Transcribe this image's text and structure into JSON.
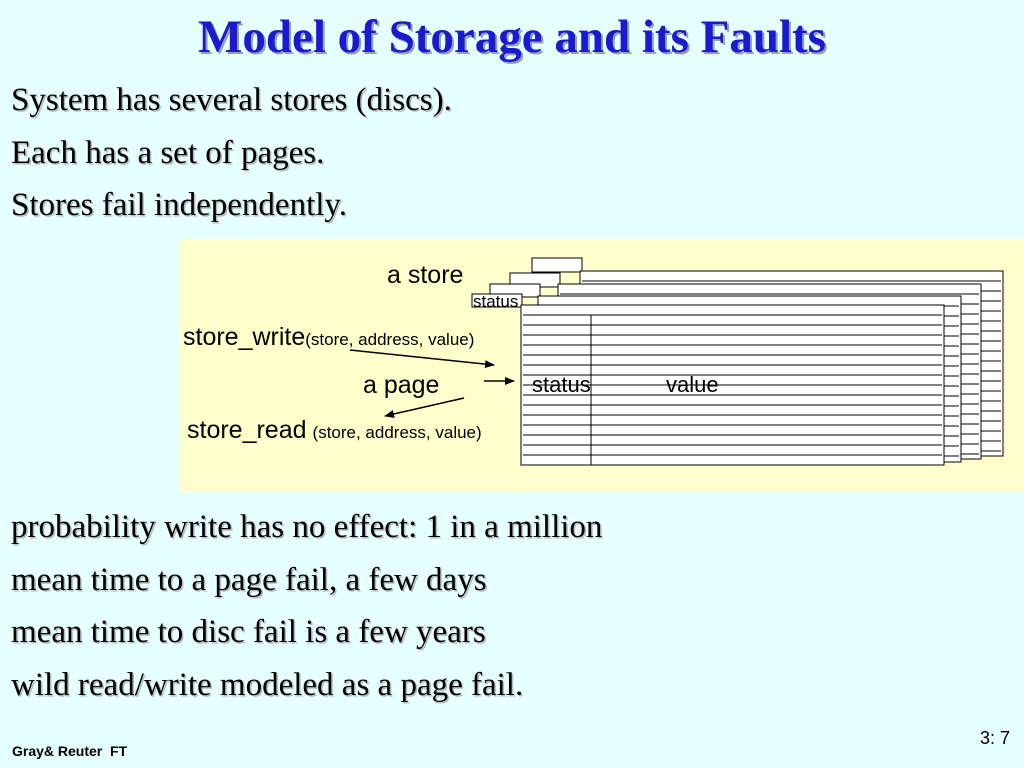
{
  "slide": {
    "title": "Model of Storage and its Faults",
    "bullets_top": [
      "System has several stores (discs).",
      "Each has a set of pages.",
      "Stores fail independently."
    ],
    "bullets_bottom": [
      "probability write has no effect: 1 in a million",
      "mean time to a page fail, a few days",
      "mean time to disc fail is a few years",
      "wild read/write modeled as a page fail."
    ],
    "footer": "Gray& Reuter  FT",
    "page_number": "3: 7"
  },
  "diagram": {
    "store_label": "a store",
    "store_status_label": "status",
    "write_call": "store_write",
    "write_args": "(store, address, value)",
    "page_label": "a page",
    "page_status_label": "status",
    "page_value_label": "value",
    "read_call": "store_read",
    "read_args": "(store, address, value)"
  }
}
